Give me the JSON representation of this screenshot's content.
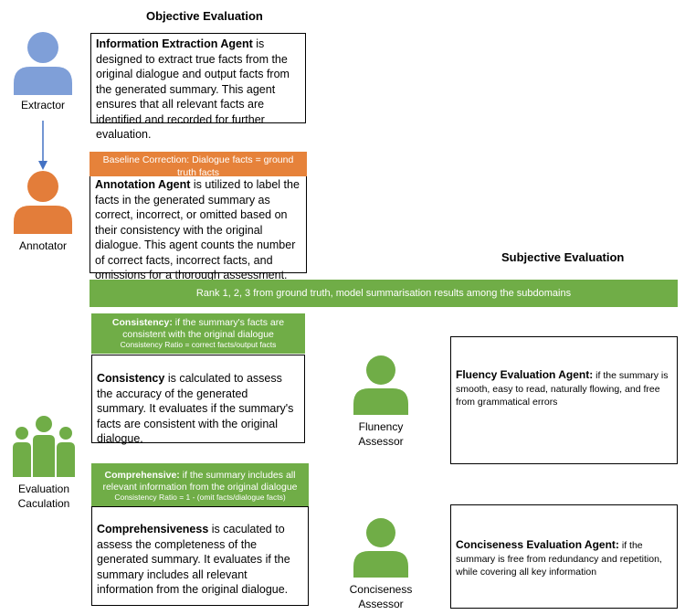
{
  "colors": {
    "blue": "#7f9fd8",
    "orange": "#e37d3a",
    "green": "#70ad47",
    "arrow": "#4472c4"
  },
  "headings": {
    "objective": "Objective Evaluation",
    "subjective": "Subjective Evaluation"
  },
  "icons": {
    "extractor": {
      "icon": "person-icon",
      "color": "#7f9fd8",
      "label": "Extractor"
    },
    "annotator": {
      "icon": "person-icon",
      "color": "#e37d3a",
      "label": "Annotator"
    },
    "evaluation": {
      "icon": "group-icon",
      "color": "#70ad47",
      "label_line1": "Evaluation",
      "label_line2": "Caculation"
    },
    "fluency": {
      "icon": "person-icon",
      "color": "#70ad47",
      "label_line1": "Flunency",
      "label_line2": "Assessor"
    },
    "conciseness": {
      "icon": "person-icon",
      "color": "#70ad47",
      "label_line1": "Conciseness",
      "label_line2": "Assessor"
    }
  },
  "extraction_box": {
    "bold": "Information Extraction Agent",
    "text": " is designed to extract true facts from the original dialogue and output facts from the generated summary. This agent ensures that all relevant facts are identified and recorded for further evaluation."
  },
  "baseline_banner": "Baseline Correction: Dialogue facts = ground truth facts",
  "annotation_box": {
    "bold": "Annotation Agent",
    "text": " is utilized to label the facts in the generated summary as correct, incorrect, or omitted based on their consistency with the original dialogue. This agent counts the number of correct facts, incorrect facts, and omissions for a thorough assessment."
  },
  "rank_banner": "Rank 1, 2, 3 from ground truth, model summarisation results among the subdomains",
  "consistency_banner": {
    "bold": "Consistency:",
    "text": " if the summary's facts are consistent with the original dialogue",
    "formula": "Consistency Ratio =  correct facts/output facts"
  },
  "consistency_box": {
    "bold": "Consistency",
    "text": " is calculated  to assess the accuracy of the generated summary. It evaluates if the summary's facts are consistent with the original dialogue."
  },
  "comprehensive_banner": {
    "bold": "Comprehensive:",
    "text": " if the summary includes all relevant information from the original dialogue",
    "formula": "Consistency Ratio = 1 - (omit facts/dialogue facts)"
  },
  "comprehensive_box": {
    "bold": "Comprehensiveness",
    "text": " is caculated to assess the completeness of the generated summary. It evaluates if the summary includes all relevant information from the original dialogue."
  },
  "fluency_box": {
    "bold": "Fluency Evaluation Agent:",
    "text": " if the summary is smooth, easy to read, naturally flowing, and free from grammatical errors"
  },
  "conciseness_box": {
    "bold": "Conciseness Evaluation Agent:",
    "text": "  if the summary is free from redundancy and repetition, while covering all key information"
  }
}
